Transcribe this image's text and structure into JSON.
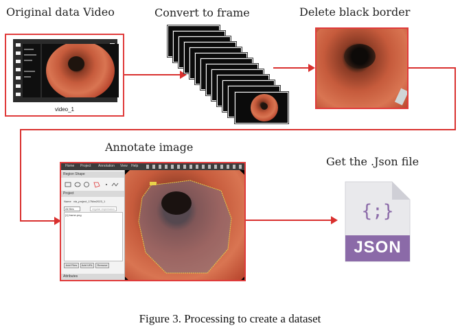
{
  "steps": {
    "video": {
      "title": "Original data Video",
      "caption": "video_1"
    },
    "frames": {
      "title": "Convert to frame"
    },
    "border": {
      "title": "Delete black border"
    },
    "annotate": {
      "title": "Annotate image"
    },
    "json": {
      "title": "Get the .Json file",
      "icon_text": "JSON",
      "icon_glyph": "{;}"
    }
  },
  "annotation_tool": {
    "menu": [
      "Home",
      "Project",
      "Annotation",
      "View",
      "Help"
    ],
    "region_shape_heading": "Region Shape",
    "project_heading": "Project",
    "project_name_label": "Name",
    "project_name_value": "via_project_17Mar2023_1",
    "filter_label": "All files",
    "filter_placeholder": "regular expression",
    "file_entry": "[1] frame.png",
    "buttons": [
      "Add Files",
      "Add URL",
      "Remove"
    ],
    "attributes_heading": "Attributes"
  },
  "figure_caption": "Figure 3. Processing to create a dataset",
  "colors": {
    "arrow": "#d9302e",
    "box_border": "#e03a3a",
    "json_icon": "#8b6aa8"
  }
}
